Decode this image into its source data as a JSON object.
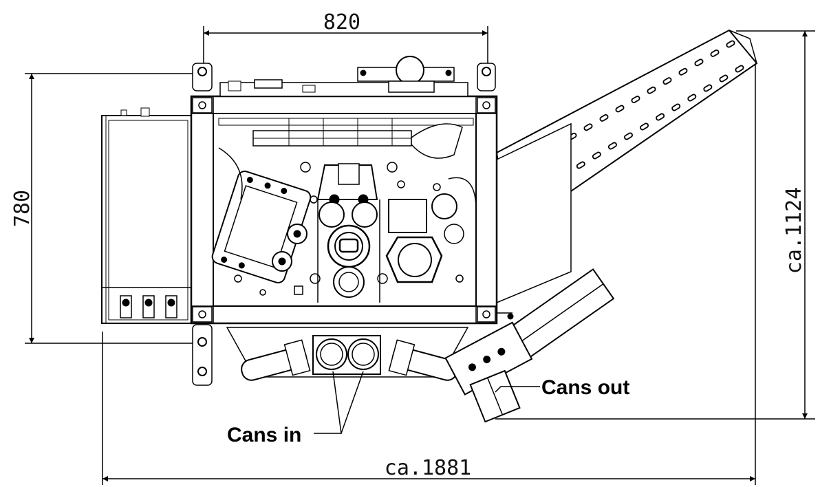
{
  "dimensions": {
    "top_width": "820",
    "left_height": "780",
    "right_height": "ca.1124",
    "bottom_width": "ca.1881"
  },
  "labels": {
    "cans_in": "Cans in",
    "cans_out": "Cans out"
  },
  "colors": {
    "line": "#000000",
    "background": "#ffffff"
  }
}
